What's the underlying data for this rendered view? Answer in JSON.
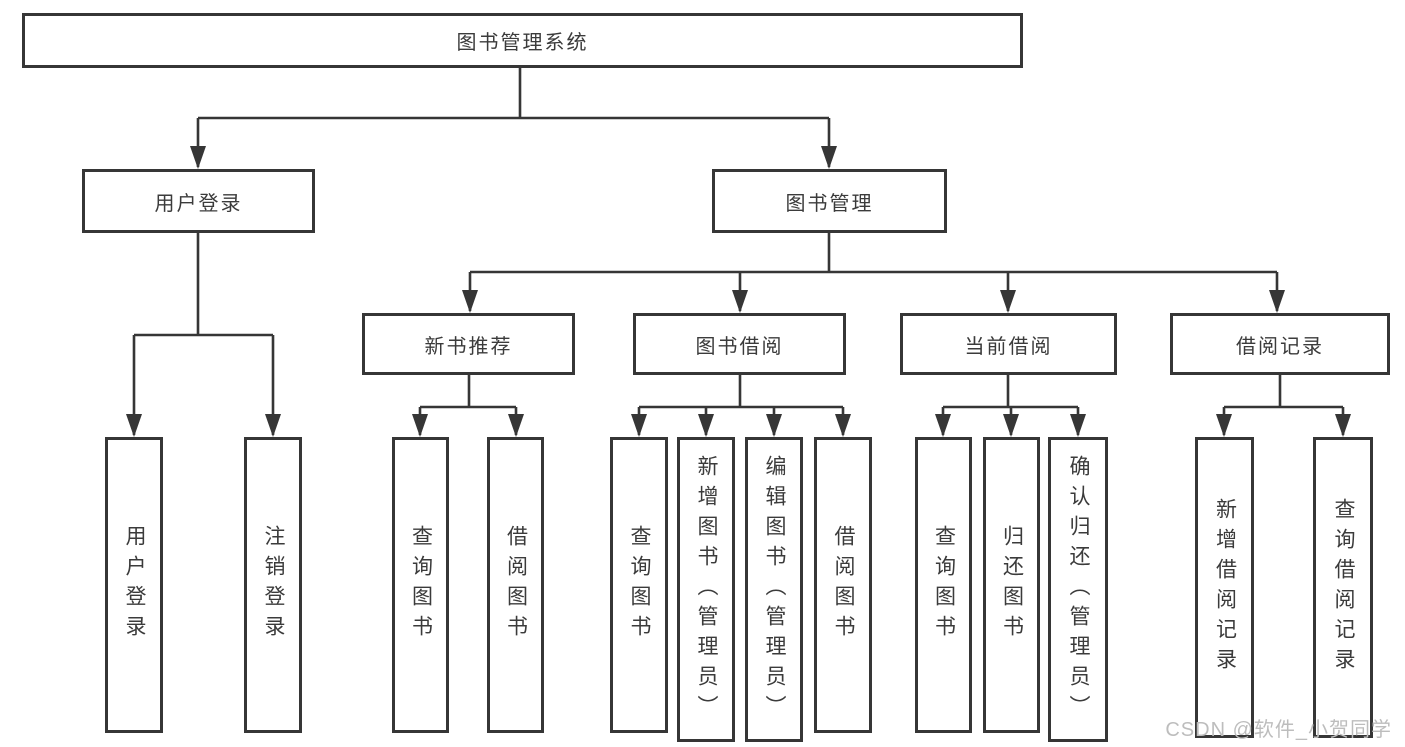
{
  "diagram": {
    "root": "图书管理系统",
    "level2": {
      "user_login": "用户登录",
      "book_mgmt": "图书管理"
    },
    "level3": {
      "new_book": "新书推荐",
      "book_borrow": "图书借阅",
      "current_borrow": "当前借阅",
      "borrow_record": "借阅记录"
    },
    "leaves": {
      "user_login_login": "用户登录",
      "user_login_logout": "注销登录",
      "new_book_query": "查询图书",
      "new_book_borrow": "借阅图书",
      "book_borrow_query": "查询图书",
      "book_borrow_add": "新增图书（管理员）",
      "book_borrow_edit": "编辑图书（管理员）",
      "book_borrow_borrow": "借阅图书",
      "current_borrow_query": "查询图书",
      "current_borrow_return": "归还图书",
      "current_borrow_confirm": "确认归还（管理员）",
      "record_add": "新增借阅记录",
      "record_query": "查询借阅记录"
    },
    "watermark": "CSDN @软件_小贺同学",
    "colors": {
      "line": "#363636",
      "box_border": "#363636",
      "text": "#3b3b3b",
      "watermark": "#bdbdbd",
      "background": "#ffffff"
    }
  }
}
